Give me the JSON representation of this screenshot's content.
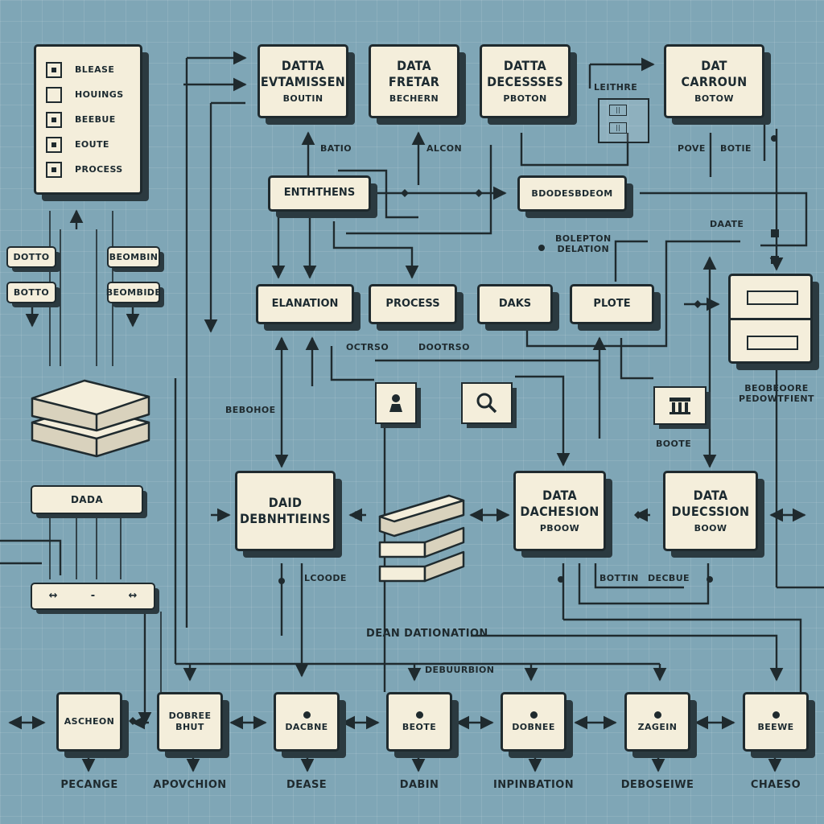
{
  "checklist": {
    "items": [
      {
        "label": "BLEASE",
        "checked": true
      },
      {
        "label": "HOUINGS",
        "checked": false
      },
      {
        "label": "BEEBUE",
        "checked": true
      },
      {
        "label": "EOUTE",
        "checked": true
      },
      {
        "label": "PROCESS",
        "checked": true
      }
    ]
  },
  "top_nodes": [
    {
      "title": "DATTA\nEVTAMISSEN",
      "sub": "BOUTIN"
    },
    {
      "title": "DATA\nFRETAR",
      "sub": "BECHERN"
    },
    {
      "title": "DATTA\nDECESSSES",
      "sub": "PBOTON"
    },
    {
      "title": "DAT\nCARROUN",
      "sub": "BOTOW"
    }
  ],
  "left_tags": [
    "DOTTO",
    "BEOMBIN",
    "BOTTO",
    "BEOMBIDE"
  ],
  "labels": {
    "batio": "BATIO",
    "alcon": "ALCON",
    "leithre": "LEITHRE",
    "pove": "POVE",
    "botie": "BOTIE",
    "bolepton": "BOLEPTON\nDELATION",
    "daate": "DAATE",
    "octrso": "OCTRSO",
    "dootrso": "DOOTRSO",
    "boote": "BOOTE",
    "beobe": "BEOBEOORE\nPEDOWTFIENT",
    "lcoode": "LCOODE",
    "botin": "BOTTIN",
    "decbue": "DECBUE",
    "stack_caption": "DEAN DATIONATION",
    "debuurbion": "DEBUURBION",
    "bebohoe": "BEBOHOE"
  },
  "mid_nodes": {
    "enthens": "ENTHTHENS",
    "bdoc": "BDODESBDEOM",
    "elanation": "ELANATION",
    "process": "PROCESS",
    "daks": "DAKS",
    "plote": "PLOTE"
  },
  "lower_nodes": [
    {
      "title": "DAID\nDEBNHTIEINS",
      "sub": ""
    },
    {
      "title": "DATA\nDACHESION",
      "sub": "PBOOW"
    },
    {
      "title": "DATA\nDUECSSION",
      "sub": "BOOW"
    }
  ],
  "data_label": "DADA",
  "bottom_nodes": [
    {
      "title": "ASCHEON",
      "caption": "PECANGE",
      "dot": false
    },
    {
      "title": "DOBREE\nBHUT",
      "caption": "APOVCHION",
      "dot": false
    },
    {
      "title": "DACBNE",
      "caption": "DEASE",
      "dot": true
    },
    {
      "title": "BEOTE",
      "caption": "DABIN",
      "dot": true
    },
    {
      "title": "DOBNEE",
      "caption": "INPINBATION",
      "dot": true
    },
    {
      "title": "ZAGEIN",
      "caption": "DEBOSEIWE",
      "dot": true
    },
    {
      "title": "BEEWE",
      "caption": "CHAESO",
      "dot": true
    }
  ],
  "icons": [
    "user-icon",
    "search-icon",
    "bank-icon",
    "list-icon",
    "stack-icon"
  ],
  "colors": {
    "background": "#7fa6b6",
    "box": "#f4eedb",
    "ink": "#1f2a2e"
  }
}
